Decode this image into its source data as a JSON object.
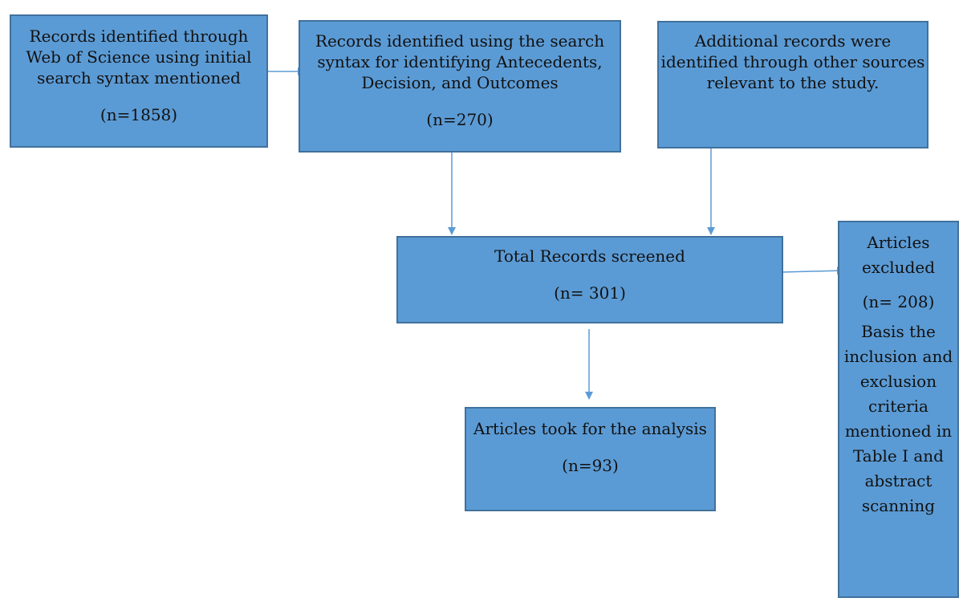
{
  "boxes": {
    "wos": {
      "text": "Records identified through Web of Science using initial search syntax mentioned",
      "count": "(n=1858)"
    },
    "syntax": {
      "text": "Records identified using the search syntax for identifying Antecedents, Decision, and Outcomes",
      "count": "(n=270)"
    },
    "additional": {
      "text": "Additional records were identified through other sources relevant to the study."
    },
    "screened": {
      "text": "Total Records screened",
      "count": "(n= 301)"
    },
    "analysis": {
      "text": "Articles took for the analysis",
      "count": "(n=93)"
    },
    "excluded": {
      "text": "Articles excluded",
      "count": "(n= 208)",
      "basis": "Basis the inclusion and exclusion criteria mentioned in Table I and abstract scanning"
    }
  },
  "colors": {
    "box_fill": "#5b9bd5",
    "box_border": "#41719c",
    "arrow": "#5b9bd5"
  }
}
